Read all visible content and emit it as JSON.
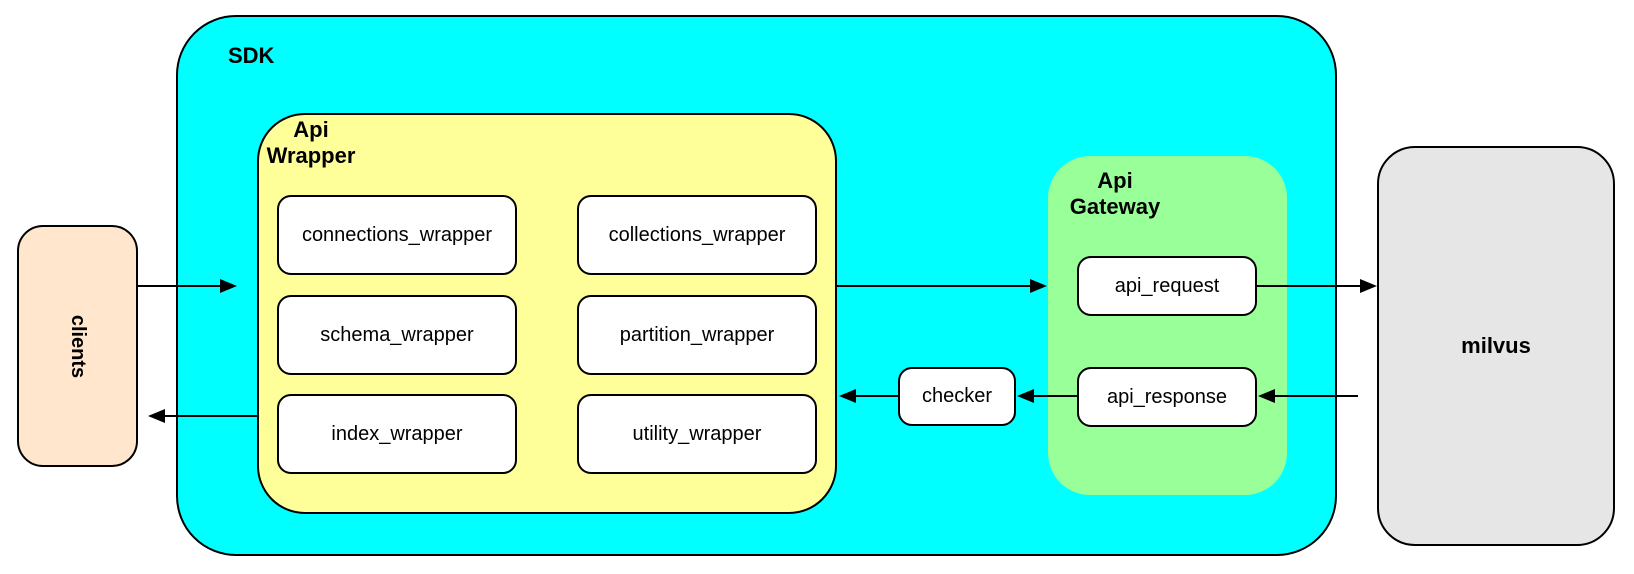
{
  "diagram": {
    "clients": {
      "label": "clients",
      "fill": "#FFE6CC"
    },
    "sdk": {
      "label": "SDK",
      "fill": "#00FFFF"
    },
    "api_wrapper": {
      "label_line1": "Api",
      "label_line2": "Wrapper",
      "fill": "#FFFF99",
      "modules": [
        {
          "label": "connections_wrapper"
        },
        {
          "label": "collections_wrapper"
        },
        {
          "label": "schema_wrapper"
        },
        {
          "label": "partition_wrapper"
        },
        {
          "label": "index_wrapper"
        },
        {
          "label": "utility_wrapper"
        }
      ]
    },
    "checker": {
      "label": "checker"
    },
    "api_gateway": {
      "label_line1": "Api",
      "label_line2": "Gateway",
      "fill": "#99FF99",
      "nodes": [
        {
          "label": "api_request"
        },
        {
          "label": "api_response"
        }
      ]
    },
    "milvus": {
      "label": "milvus",
      "fill": "#E6E6E6"
    },
    "node_fill": "#FFFFFF",
    "stroke": "#000000",
    "connections": [
      {
        "from": "clients",
        "to": "sdk"
      },
      {
        "from": "api_wrapper",
        "to": "api_gateway"
      },
      {
        "from": "api_request",
        "to": "milvus"
      },
      {
        "from": "milvus",
        "to": "api_response"
      },
      {
        "from": "api_response",
        "to": "checker"
      },
      {
        "from": "checker",
        "to": "api_wrapper"
      },
      {
        "from": "sdk",
        "to": "clients"
      }
    ]
  }
}
